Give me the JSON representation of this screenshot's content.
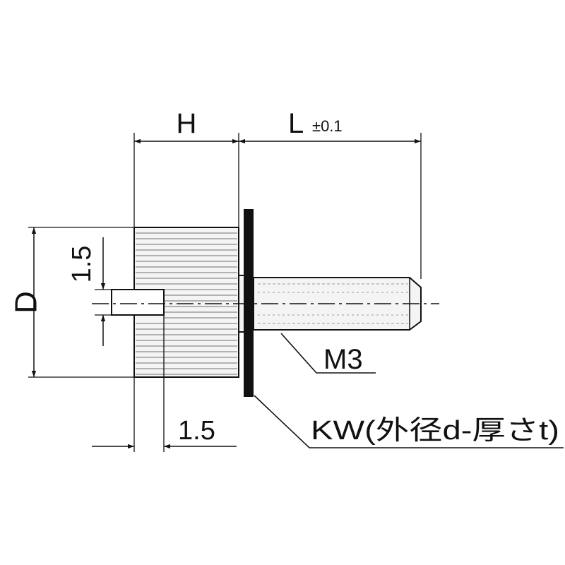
{
  "labels": {
    "height": "H",
    "length": "L",
    "length_tolerance": "±0.1",
    "diameter": "D",
    "pin_diameter": "1.5",
    "pin_length": "1.5",
    "thread": "M3",
    "washer": "KW(外径d-厚さt)"
  },
  "colors": {
    "line": "#111111",
    "part_fill": "#f4f4f4",
    "knurl": "#8a8a8a",
    "washer": "#111111"
  }
}
